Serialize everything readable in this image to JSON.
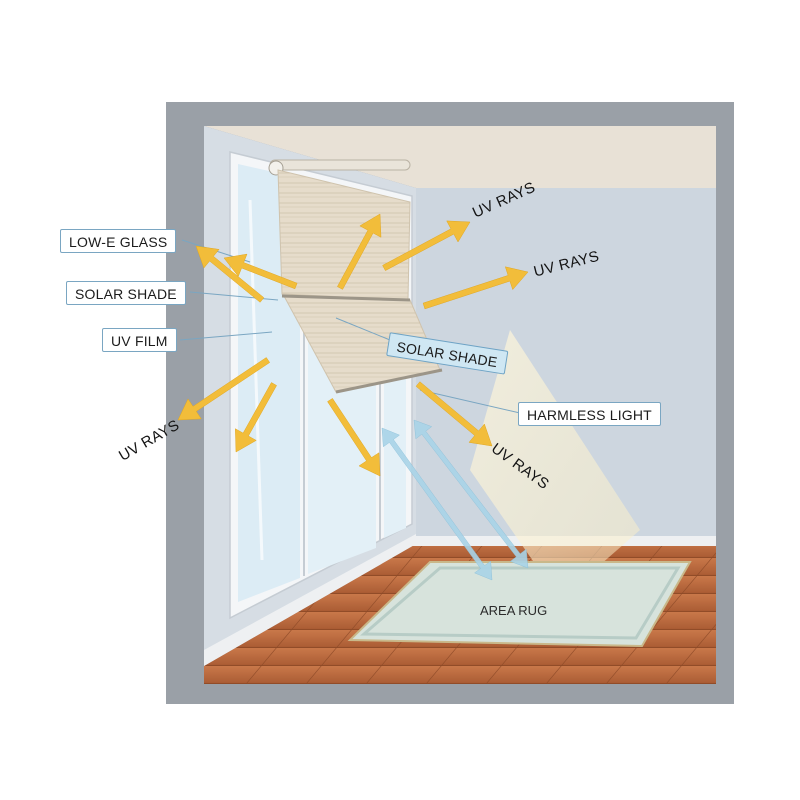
{
  "labels": {
    "low_e_glass": "LOW-E GLASS",
    "solar_shade_left": "SOLAR SHADE",
    "uv_film": "UV FILM",
    "solar_shade_box": "SOLAR SHADE",
    "harmless_light": "HARMLESS LIGHT",
    "uv_rays_left": "UV RAYS",
    "uv_rays_top": "UV RAYS",
    "uv_rays_right_top": "UV RAYS",
    "uv_rays_right_bottom": "UV RAYS",
    "area_rug": "AREA RUG"
  },
  "colors": {
    "wall_frame": "#9aa0a7",
    "wall": "#cdd6df",
    "ceiling": "#e8e1d6",
    "floor": "#b86a3e",
    "uv_arrow": "#f2bd3a",
    "light_arrow": "#a9d4e8",
    "shade": "#e6dccb",
    "glass": "#dcecf5"
  },
  "icons": {
    "uv_ray_arrow": "arrow-icon",
    "harmless_light_arrow": "double-arrow-icon"
  }
}
